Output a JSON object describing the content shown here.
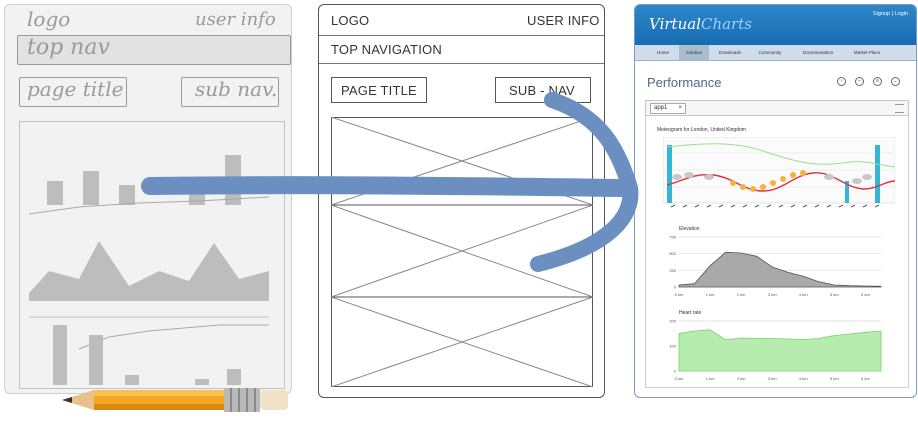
{
  "sketch": {
    "logo": "logo",
    "user_info": "user info",
    "top_nav": "top nav",
    "page_title": "page title",
    "sub_nav": "sub nav."
  },
  "wireframe": {
    "logo": "LOGO",
    "user_info": "USER INFO",
    "top_nav": "TOP NAVIGATION",
    "page_title": "PAGE TITLE",
    "sub_nav": "SUB - NAV"
  },
  "app": {
    "brand": "VirtualCharts",
    "brand_first": "Virtual",
    "brand_second": "Charts",
    "signup_login": "Signup | Login",
    "nav": [
      {
        "label": "Home",
        "active": false
      },
      {
        "label": "Solution",
        "active": true
      },
      {
        "label": "Downloads",
        "active": false
      },
      {
        "label": "Community",
        "active": false
      },
      {
        "label": "Documentation",
        "active": false
      },
      {
        "label": "Market Place",
        "active": false
      }
    ],
    "page_title": "Performance",
    "tab_label": "app1",
    "tab_close": "×",
    "meteogram_title": "Meteogram for London, United Kingdom",
    "elevation_title": "Elevation",
    "heart_rate_title": "Heart rate",
    "colors": {
      "header": "#1f7bbf",
      "nav": "#cfdce9",
      "arrow": "#6c8fc2",
      "elevation_fill": "#a9a9a9",
      "heart_fill": "#b6ecae"
    }
  },
  "chart_data": [
    {
      "type": "area",
      "title": "Elevation",
      "x": [
        0,
        0.5,
        1,
        1.5,
        2,
        2.5,
        3,
        3.5,
        4,
        4.5,
        5,
        5.5,
        6,
        6.5
      ],
      "values": [
        30,
        50,
        320,
        520,
        510,
        460,
        300,
        220,
        160,
        80,
        30,
        20,
        15,
        10
      ],
      "yticks": [
        0,
        250,
        500,
        750
      ],
      "xticks": [
        "0 km",
        "1 km",
        "2 km",
        "3 km",
        "4 km",
        "5 km",
        "6 km"
      ],
      "ylim": [
        0,
        750
      ]
    },
    {
      "type": "area",
      "title": "Heart rate",
      "x": [
        0,
        0.5,
        1,
        1.5,
        2,
        2.5,
        3,
        3.5,
        4,
        4.5,
        5,
        5.5,
        6,
        6.5
      ],
      "values": [
        150,
        160,
        165,
        125,
        132,
        130,
        130,
        128,
        126,
        130,
        142,
        148,
        155,
        160
      ],
      "yticks": [
        0,
        100,
        200
      ],
      "xticks": [
        "0 km",
        "1 km",
        "2 km",
        "3 km",
        "4 km",
        "5 km",
        "6 km"
      ],
      "ylim": [
        0,
        200
      ]
    }
  ]
}
